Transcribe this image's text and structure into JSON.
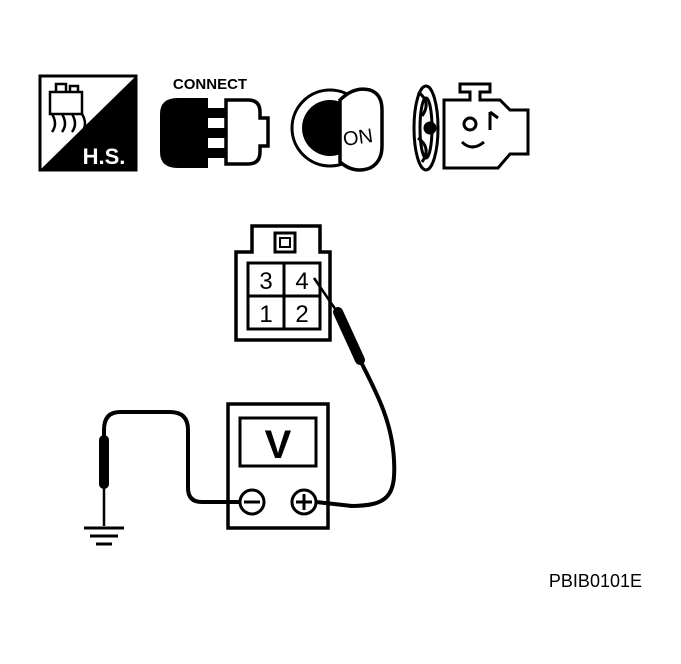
{
  "icons": {
    "hot_soak": {
      "label": "H.S."
    },
    "connect": {
      "label": "CONNECT"
    },
    "ignition": {
      "label": "ON"
    },
    "engine": {}
  },
  "connector": {
    "terminals": [
      "3",
      "4",
      "1",
      "2"
    ]
  },
  "meter": {
    "label": "V",
    "negative_symbol": "⊖",
    "positive_symbol": "⊕"
  },
  "figure_code": "PBIB0101E",
  "colors": {
    "ink": "#000000",
    "paper": "#ffffff"
  }
}
